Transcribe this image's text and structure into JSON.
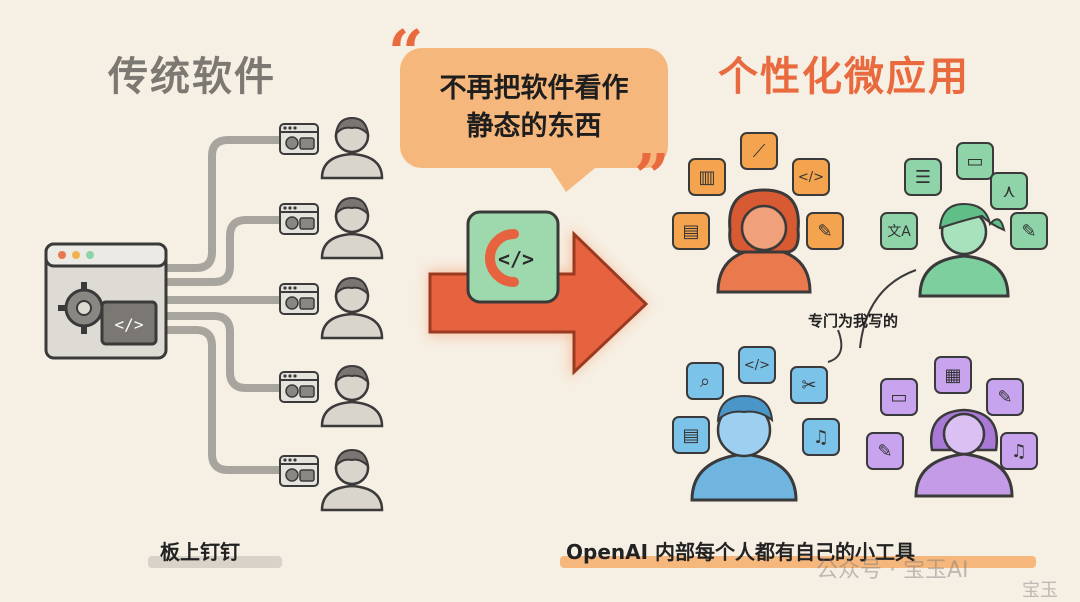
{
  "left": {
    "title": "传统软件",
    "caption": "板上钉钉"
  },
  "center": {
    "quote_open": "“",
    "quote_close": "”",
    "bubble_line1": "不再把软件看作",
    "bubble_line2": "静态的东西"
  },
  "right": {
    "title": "个性化微应用",
    "callout": "专门为我写的",
    "caption": "OpenAI 内部每个人都有自己的小工具"
  },
  "watermark": {
    "line1": "公众号 · 宝玉AI",
    "line2": "宝玉"
  },
  "colors": {
    "background": "#f6efe3",
    "accent_orange": "#e96a3e",
    "grey_title": "#7c7872",
    "bubble": "#f6b77c",
    "person_orange": "#ea7a4e",
    "person_green": "#7ecf9e",
    "person_blue": "#6fb5e0",
    "person_purple": "#c39be6",
    "icon_orange": "#f4a44f",
    "icon_green": "#8fd3a8",
    "icon_blue": "#7cc3ea",
    "icon_purple": "#c8a4ee"
  },
  "icons": {
    "orange_cluster": [
      "bar-chart-icon",
      "line-chart-icon",
      "code-window-icon",
      "document-icon",
      "pencil-icon"
    ],
    "green_cluster": [
      "list-icon",
      "chat-icon",
      "cursor-icon",
      "translate-icon",
      "pencil-icon"
    ],
    "blue_cluster": [
      "search-icon",
      "code-window-icon",
      "tools-icon",
      "scroll-icon",
      "music-icon"
    ],
    "purple_cluster": [
      "calendar-icon",
      "chat-icon",
      "pencil-icon",
      "music-icon",
      "pencil-icon"
    ]
  }
}
